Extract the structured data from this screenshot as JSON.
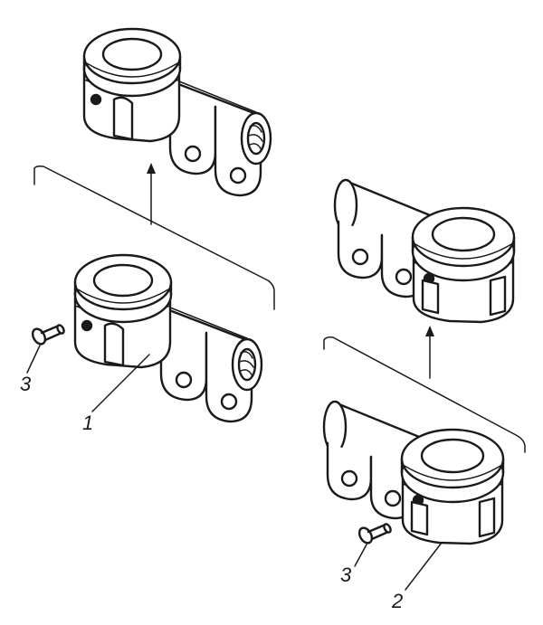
{
  "labels": {
    "part1": "1",
    "part2": "2",
    "screw_left": "3",
    "screw_right": "3"
  },
  "colors": {
    "ink": "#1a1a1a",
    "paper": "#ffffff"
  }
}
